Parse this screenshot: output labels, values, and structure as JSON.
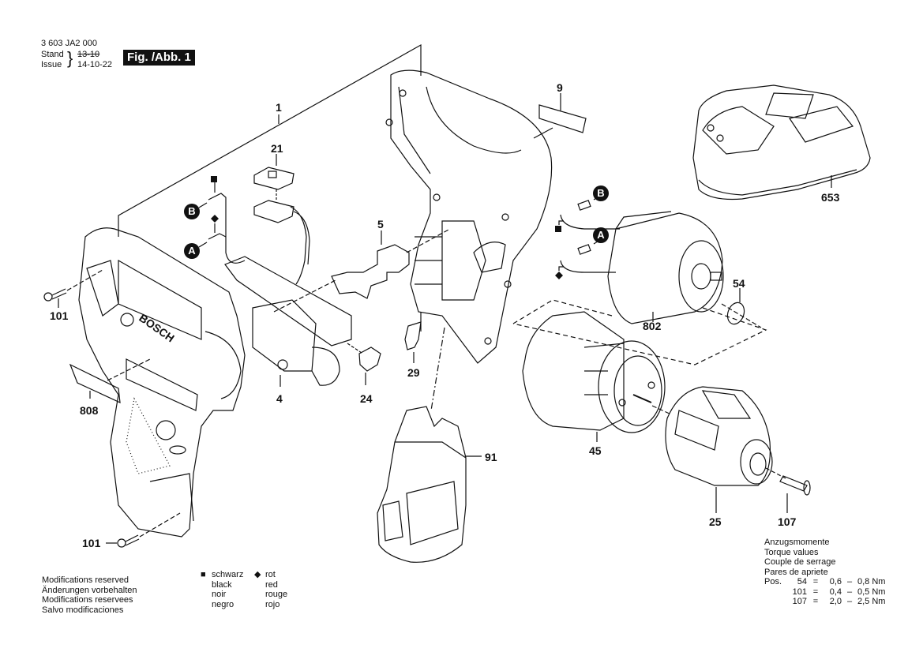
{
  "header": {
    "part_number": "3 603 JA2 000",
    "stand_label": "Stand",
    "issue_label": "Issue",
    "stand_value_struck": "13-10",
    "issue_value": "14-10-22",
    "figure_label": "Fig. /Abb. 1"
  },
  "callouts": {
    "housing_set": "1",
    "label_9": "9",
    "switch_cover": "21",
    "slide_switch": "5",
    "switch": "4",
    "selector": "24",
    "clip": "29",
    "battery": "91",
    "charger": "653",
    "motor": "802",
    "o_ring": "54",
    "gearbox": "45",
    "chuck": "25",
    "screw_107": "107",
    "screw_101_top": "101",
    "screw_101_bottom": "101",
    "label_808": "808"
  },
  "connectors": {
    "b_left": "B",
    "a_left": "A",
    "b_right": "B",
    "a_right": "A"
  },
  "footer": {
    "modifications": [
      "Modifications reserved",
      "Änderungen vorbehalten",
      "Modifications reservees",
      "Salvo modificaciones"
    ],
    "legend": {
      "square_symbol": "■",
      "diamond_symbol": "◆",
      "black": [
        "schwarz",
        "black",
        "noir",
        "negro"
      ],
      "red": [
        "rot",
        "red",
        "rouge",
        "rojo"
      ]
    }
  },
  "torque": {
    "titles": [
      "Anzugsmomente",
      "Torque values",
      "Couple de serrage",
      "Pares de apriete"
    ],
    "pos_label": "Pos.",
    "rows": [
      {
        "pos": "54",
        "eq": "=",
        "min": "0,6",
        "dash": "–",
        "max": "0,8 Nm"
      },
      {
        "pos": "101",
        "eq": "=",
        "min": "0,4",
        "dash": "–",
        "max": "0,5 Nm"
      },
      {
        "pos": "107",
        "eq": "=",
        "min": "2,0",
        "dash": "–",
        "max": "2,5 Nm"
      }
    ]
  },
  "brand": {
    "logo_text": "BOSCH"
  }
}
